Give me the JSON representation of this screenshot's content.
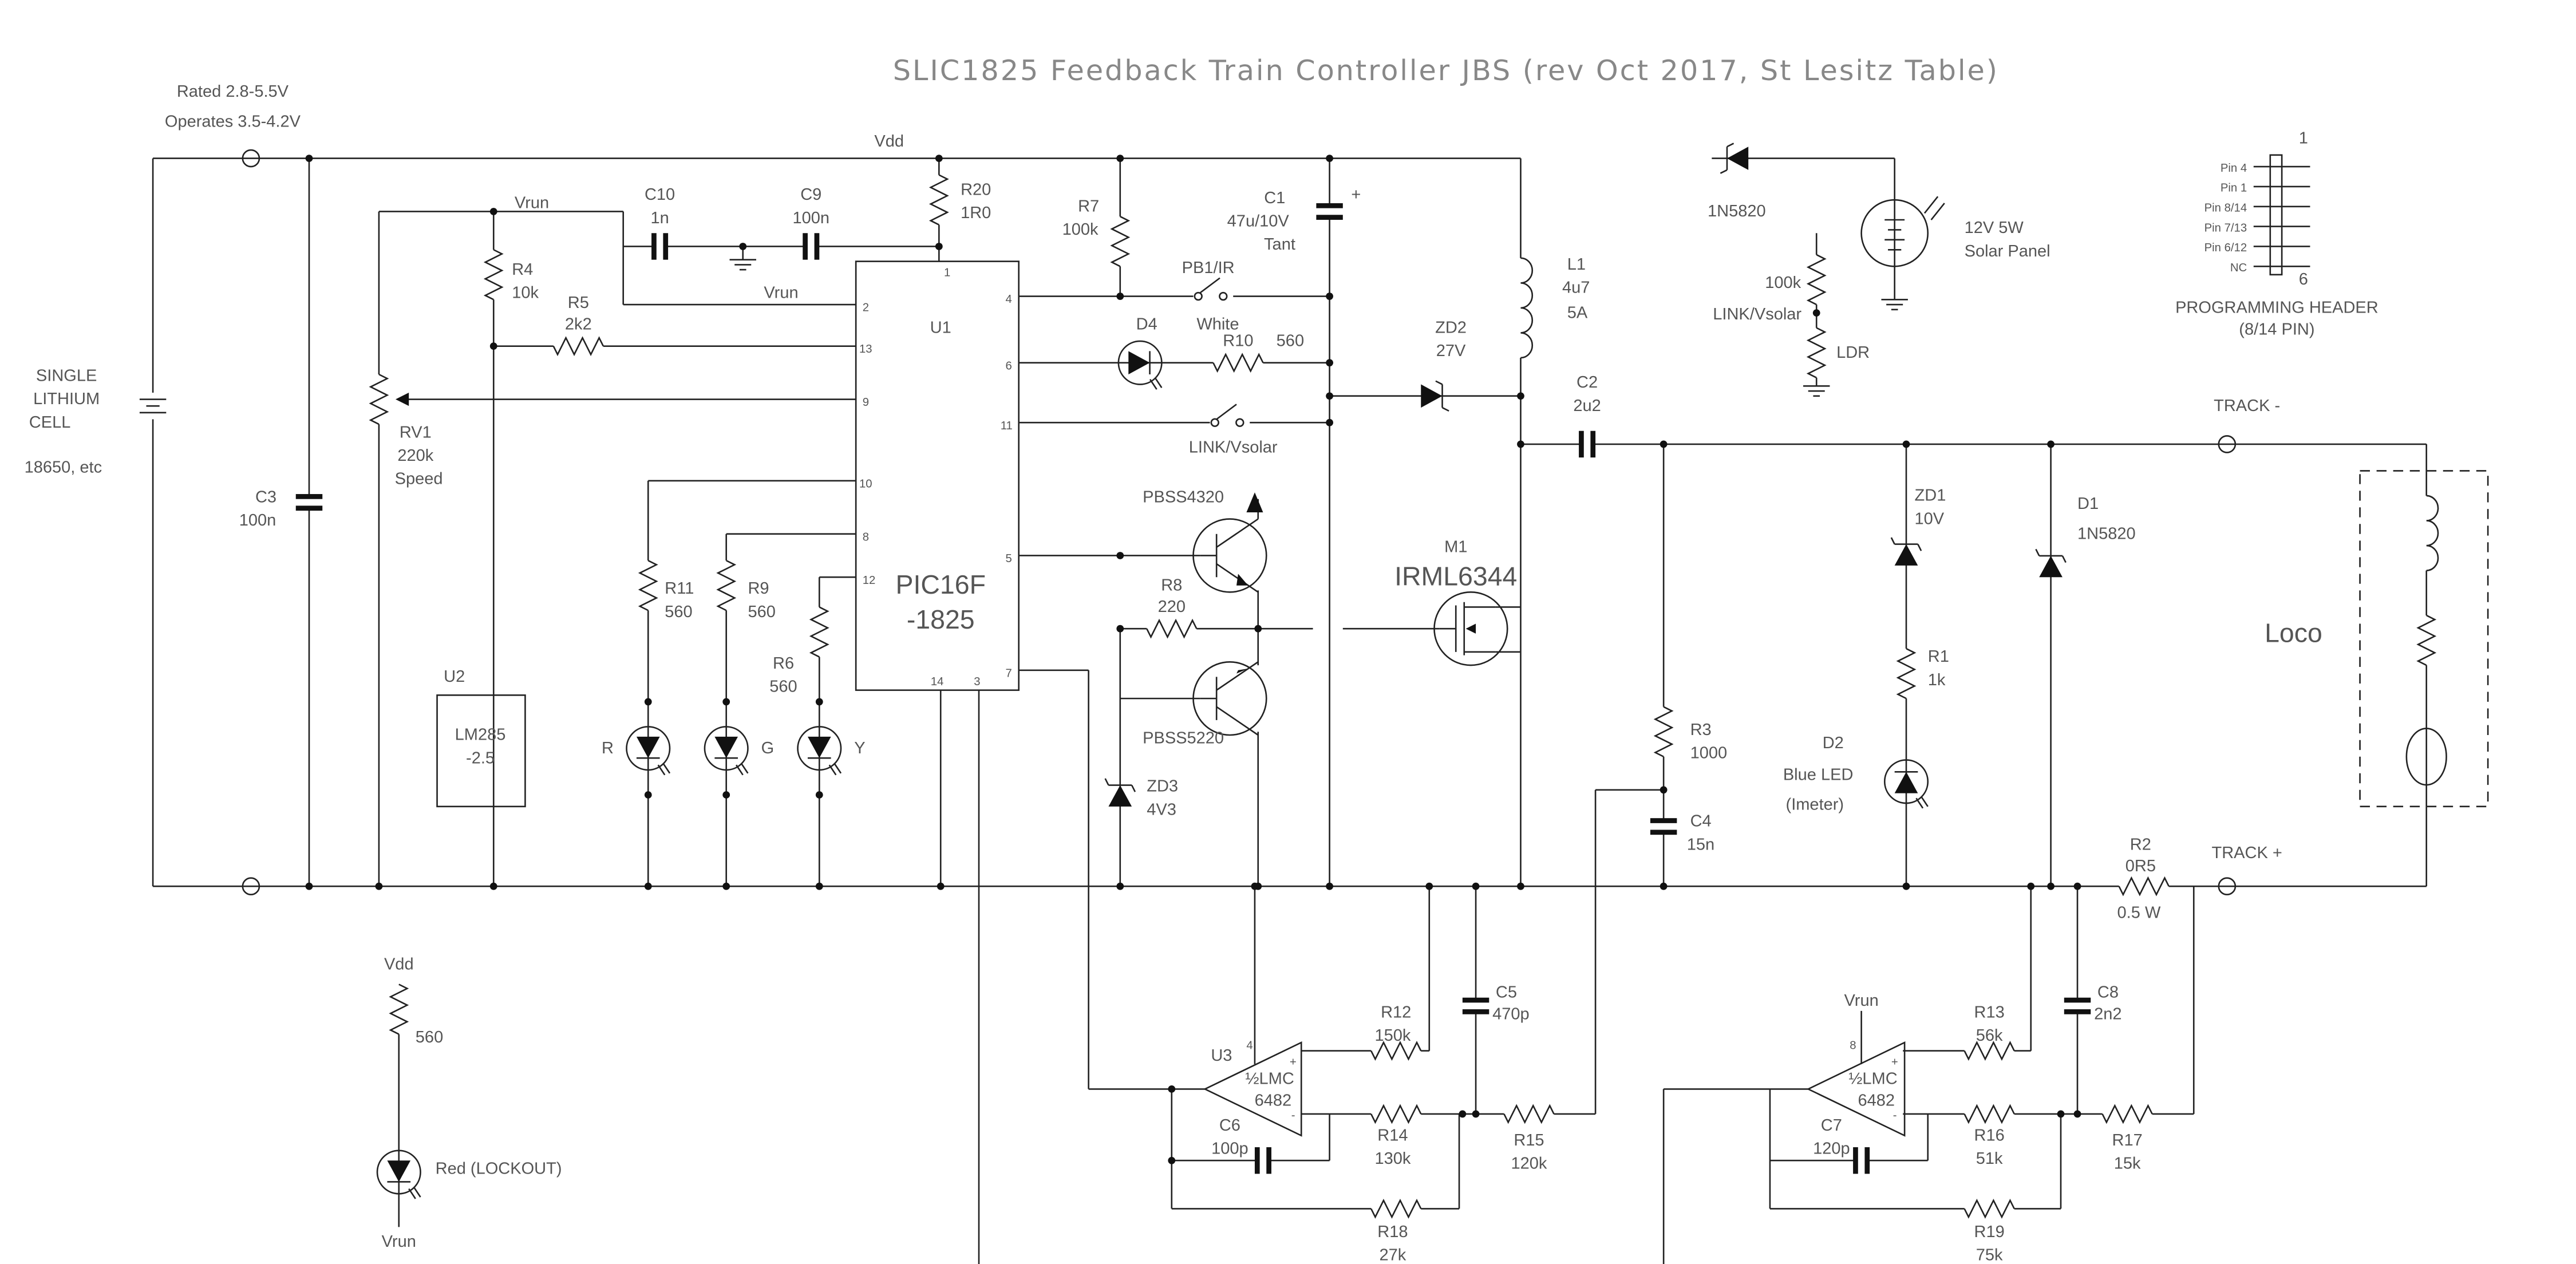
{
  "title": "SLIC1825 Feedback Train Controller  JBS (rev Oct 2017, St Lesitz Table)",
  "supply": {
    "rated": "Rated 2.8-5.5V",
    "operates": "Operates 3.5-4.2V",
    "vdd": "Vdd",
    "vrun": "Vrun"
  },
  "battery": {
    "line1": "SINGLE",
    "line2": "LITHIUM",
    "line3": "CELL",
    "line4": "18650, etc"
  },
  "components": {
    "C3": {
      "ref": "C3",
      "value": "100n"
    },
    "RV1": {
      "ref": "RV1",
      "value": "220k",
      "note": "Speed"
    },
    "R4": {
      "ref": "R4",
      "value": "10k"
    },
    "R5": {
      "ref": "R5",
      "value": "2k2"
    },
    "C10": {
      "ref": "C10",
      "value": "1n"
    },
    "C9": {
      "ref": "C9",
      "value": "100n"
    },
    "R20": {
      "ref": "R20",
      "value": "1R0"
    },
    "U1": {
      "ref": "U1",
      "part1": "PIC16F",
      "part2": "-1825"
    },
    "U2": {
      "ref": "U2",
      "part1": "LM285",
      "part2": "-2.5"
    },
    "R11": {
      "ref": "R11",
      "value": "560"
    },
    "R9": {
      "ref": "R9",
      "value": "560"
    },
    "R6": {
      "ref": "R6",
      "value": "560"
    },
    "R7": {
      "ref": "R7",
      "value": "100k"
    },
    "C1": {
      "ref": "C1",
      "value": "47u/10V",
      "note": "Tant",
      "polarity": "+"
    },
    "PB1": {
      "ref": "PB1/IR"
    },
    "D4": {
      "ref": "D4",
      "value": "White"
    },
    "R10": {
      "ref": "R10",
      "value": "560"
    },
    "LINKSW": {
      "ref": "LINK/Vsolar"
    },
    "Q1": {
      "ref": "PBSS4320"
    },
    "Q2": {
      "ref": "PBSS5220"
    },
    "R8": {
      "ref": "R8",
      "value": "220"
    },
    "ZD3": {
      "ref": "ZD3",
      "value": "4V3"
    },
    "ZD2": {
      "ref": "ZD2",
      "value": "27V"
    },
    "L1": {
      "ref": "L1",
      "value": "4u7",
      "note": "5A"
    },
    "M1": {
      "ref": "M1",
      "value": "IRML6344"
    },
    "C2": {
      "ref": "C2",
      "value": "2u2"
    },
    "R3": {
      "ref": "R3",
      "value": "1000"
    },
    "C4": {
      "ref": "C4",
      "value": "15n"
    },
    "ZD1": {
      "ref": "ZD1",
      "value": "10V"
    },
    "R1": {
      "ref": "R1",
      "value": "1k"
    },
    "D2": {
      "ref": "D2",
      "value": "Blue LED",
      "note": "(Imeter)"
    },
    "D1": {
      "ref": "D1",
      "value": "1N5820"
    },
    "R2": {
      "ref": "R2",
      "value": "0R5",
      "note": "0.5  W"
    },
    "U3": {
      "ref": "U3",
      "part1": "½LMC",
      "part2": "6482",
      "pin": "4"
    },
    "U4": {
      "part1": "½LMC",
      "part2": "6482",
      "pin": "8"
    },
    "C5": {
      "ref": "C5",
      "value": "470p"
    },
    "C6": {
      "ref": "C6",
      "value": "100p"
    },
    "C7": {
      "ref": "C7",
      "value": "120p"
    },
    "C8": {
      "ref": "C8",
      "value": "2n2"
    },
    "R12": {
      "ref": "R12",
      "value": "150k"
    },
    "R14": {
      "ref": "R14",
      "value": "130k"
    },
    "R15": {
      "ref": "R15",
      "value": "120k"
    },
    "R18": {
      "ref": "R18",
      "value": "27k"
    },
    "R13": {
      "ref": "R13",
      "value": "56k"
    },
    "R16": {
      "ref": "R16",
      "value": "51k"
    },
    "R17": {
      "ref": "R17",
      "value": "15k"
    },
    "R19": {
      "ref": "R19",
      "value": "75k"
    },
    "RLOCK": {
      "value": "560"
    },
    "DLOCK": {
      "value": "Red (LOCKOUT)"
    },
    "DSOLAR": {
      "ref": "1N5820"
    },
    "SOLAR": {
      "line1": "12V 5W",
      "line2": "Solar Panel"
    },
    "RLDR": {
      "value": "100k",
      "net": "LINK/Vsolar",
      "ldr": "LDR"
    }
  },
  "leds": {
    "red": "R",
    "green": "G",
    "yellow": "Y"
  },
  "u1_pins": {
    "p1": "1",
    "p2": "2",
    "p13": "13",
    "p9": "9",
    "p10": "10",
    "p8": "8",
    "p12": "12",
    "p14": "14",
    "p3": "3",
    "p7": "7",
    "p4": "4",
    "p6": "6",
    "p11": "11",
    "p5": "5"
  },
  "opamp_signs": {
    "plus": "+",
    "minus": "-"
  },
  "track": {
    "minus": "TRACK -",
    "plus": "TRACK +",
    "loco": "Loco"
  },
  "header": {
    "title": "PROGRAMMING HEADER",
    "subtitle": "(8/14 PIN)",
    "first": "1",
    "last": "6",
    "pins": [
      "Pin 4",
      "Pin 1",
      "Pin 8/14",
      "Pin 7/13",
      "Pin 6/12",
      "NC"
    ]
  },
  "colors": {
    "wire": "#222222",
    "text": "#555555",
    "title": "#888888"
  }
}
